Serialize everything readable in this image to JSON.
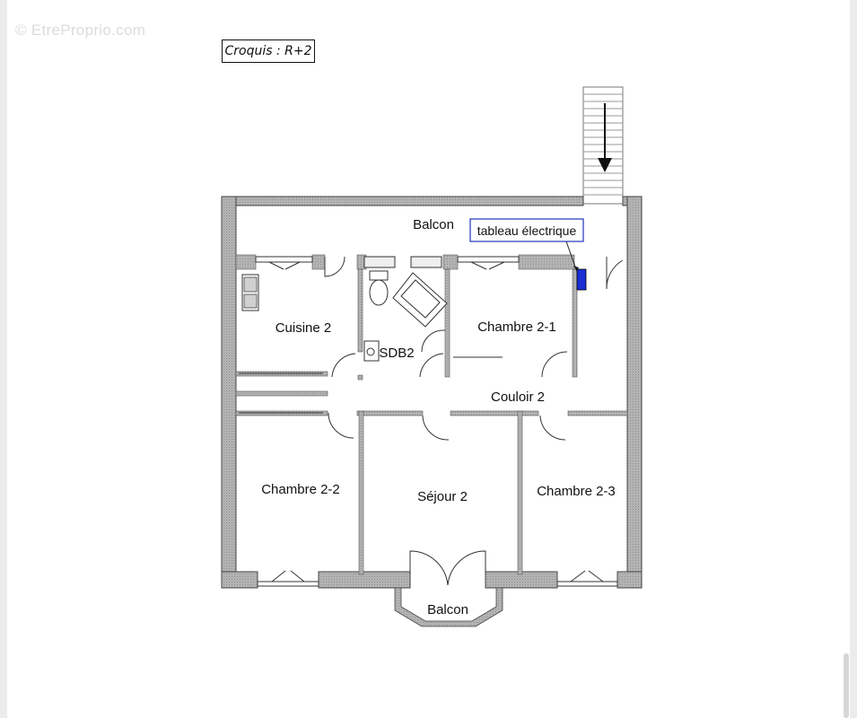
{
  "watermark": "© EtreProprio.com",
  "sketch_title": "Croquis :  R+2",
  "rooms": {
    "balcon_top": "Balcon",
    "cuisine": "Cuisine 2",
    "sdb": "SDB2",
    "chambre_21": "Chambre 2-1",
    "couloir": "Couloir 2",
    "chambre_22": "Chambre 2-2",
    "sejour": "Séjour 2",
    "chambre_23": "Chambre 2-3",
    "balcon_bottom": "Balcon"
  },
  "annotation": {
    "label": "tableau électrique",
    "box_color": "#2233bb",
    "marker_color": "#1a2fd6"
  },
  "colors": {
    "wall": "#a9a9a9",
    "wall_outline": "#444444",
    "background": "#ffffff"
  },
  "icons": [
    "stair-arrow-icon",
    "sink-icon",
    "toilet-icon",
    "bathtub-icon",
    "washbasin-icon",
    "door-swing-icon",
    "window-icon"
  ]
}
